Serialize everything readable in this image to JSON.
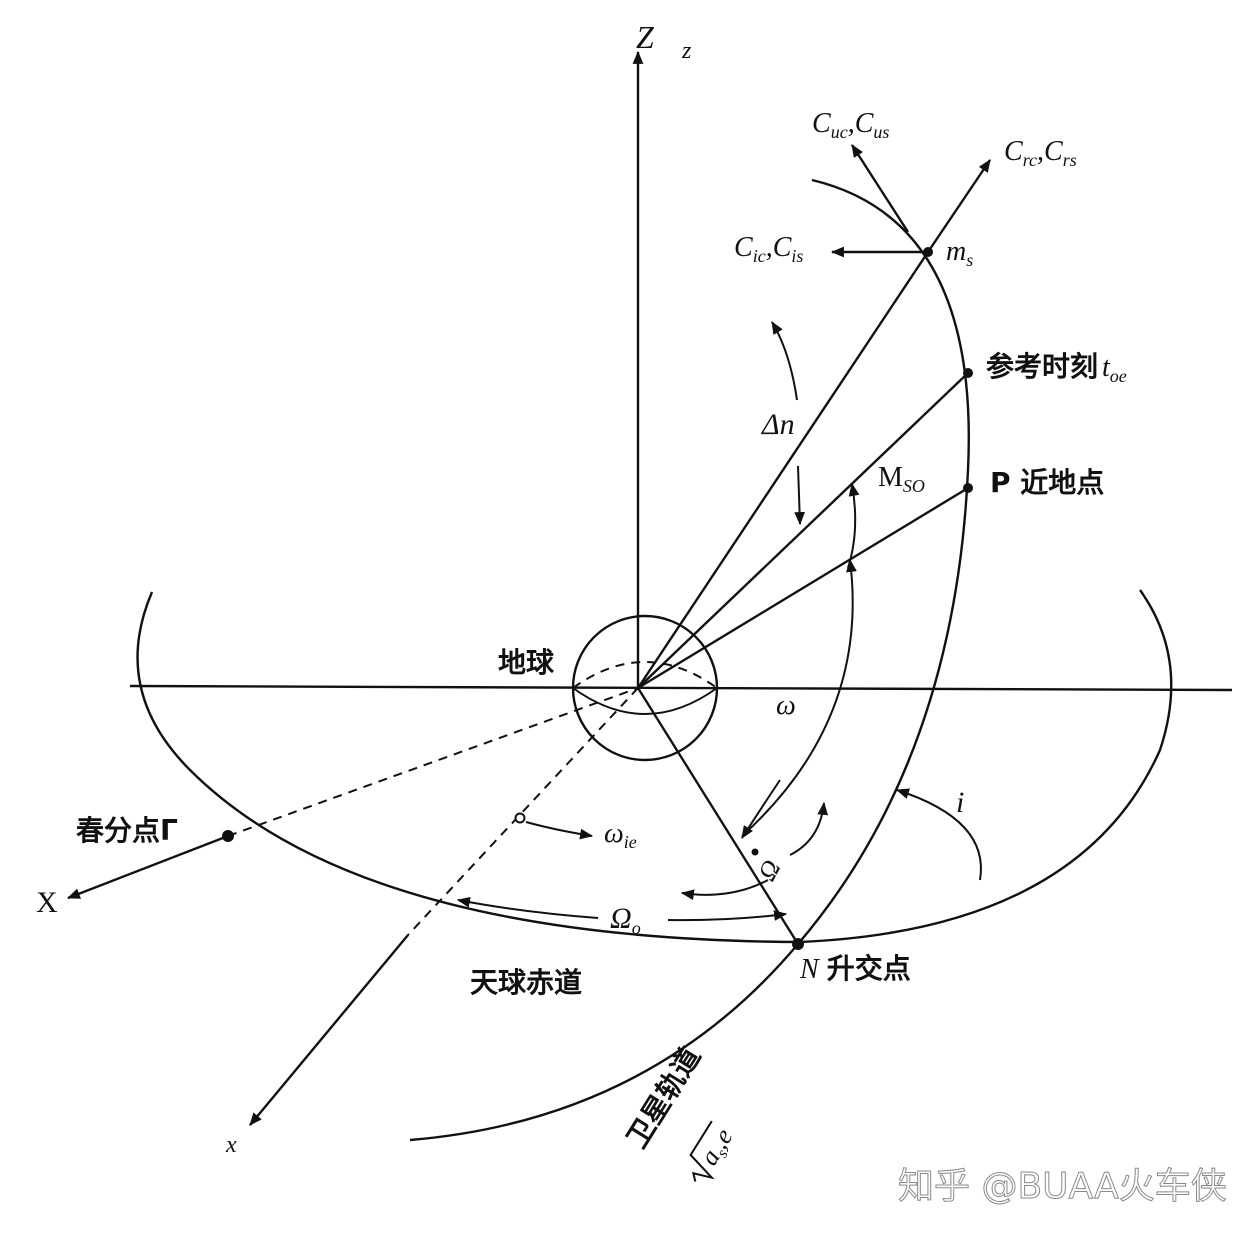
{
  "axes": {
    "Z": "Z",
    "z": "z",
    "X": "X",
    "x": "x"
  },
  "labels": {
    "cuc_cus": "C",
    "cuc_cus_sub1": "uc",
    "cuc_cus_sep": ",C",
    "cuc_cus_sub2": "us",
    "crc_crs": "C",
    "crc_crs_sub1": "rc",
    "crc_crs_sep": ",C",
    "crc_crs_sub2": "rs",
    "cic_cis": "C",
    "cic_cis_sub1": "ic",
    "cic_cis_sep": ",C",
    "cic_cis_sub2": "is",
    "ms": "m",
    "ms_sub": "s",
    "ref_time": "参考时刻",
    "toe": "t",
    "toe_sub": "oe",
    "delta_n": "Δn",
    "mso": "M",
    "mso_sub": "SO",
    "perigee": "P 近地点",
    "earth": "地球",
    "omega": "ω",
    "i": "i",
    "vernal_equinox": "春分点Γ",
    "omega_ie": "ω",
    "omega_ie_sub": "ie",
    "omega_dot": "Ω",
    "Omega0": "Ω",
    "Omega0_sub": "o",
    "celestial_equator": "天球赤道",
    "node_N": "N",
    "node_label": "升交点",
    "orbit_label": "卫星轨道",
    "orbit_params": "a",
    "orbit_params_sub": "s",
    "orbit_params_e": ",e"
  },
  "watermark": "知乎 @BUAA火车侠"
}
